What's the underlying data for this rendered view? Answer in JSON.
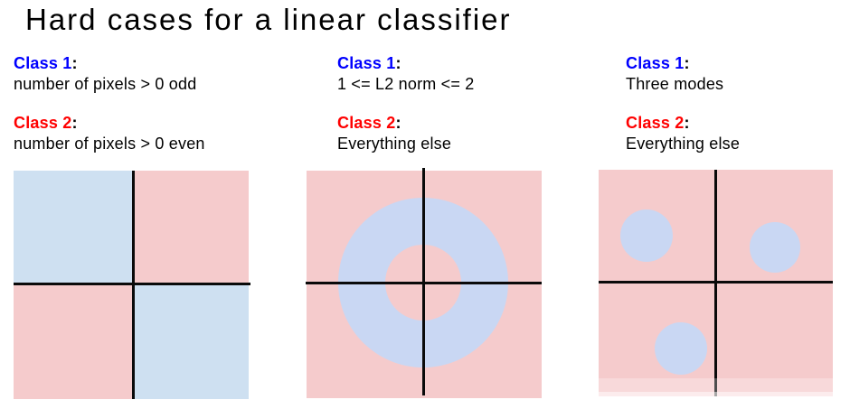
{
  "title": "Hard cases for a linear classifier",
  "punct": {
    "colon": ":"
  },
  "colors": {
    "class1": "#0000ff",
    "class2": "#ff0000",
    "text": "#000000",
    "axis": "#0a0a0a",
    "pink": "#f5cbcc",
    "quad-blue": "#cee0f1",
    "region-blue": "#c9d7f3"
  },
  "panels": [
    {
      "class1_label": "Class 1",
      "class1_desc": "number of pixels > 0 odd",
      "class2_label": "Class 2",
      "class2_desc": "number of pixels > 0 even",
      "diagram": "checkerboard-quadrants"
    },
    {
      "class1_label": "Class 1",
      "class1_desc": "1 <= L2 norm <= 2",
      "class2_label": "Class 2",
      "class2_desc": "Everything else",
      "diagram": "annulus-ring"
    },
    {
      "class1_label": "Class 1",
      "class1_desc": "Three modes",
      "class2_label": "Class 2",
      "class2_desc": "Everything else",
      "diagram": "three-modes"
    }
  ]
}
